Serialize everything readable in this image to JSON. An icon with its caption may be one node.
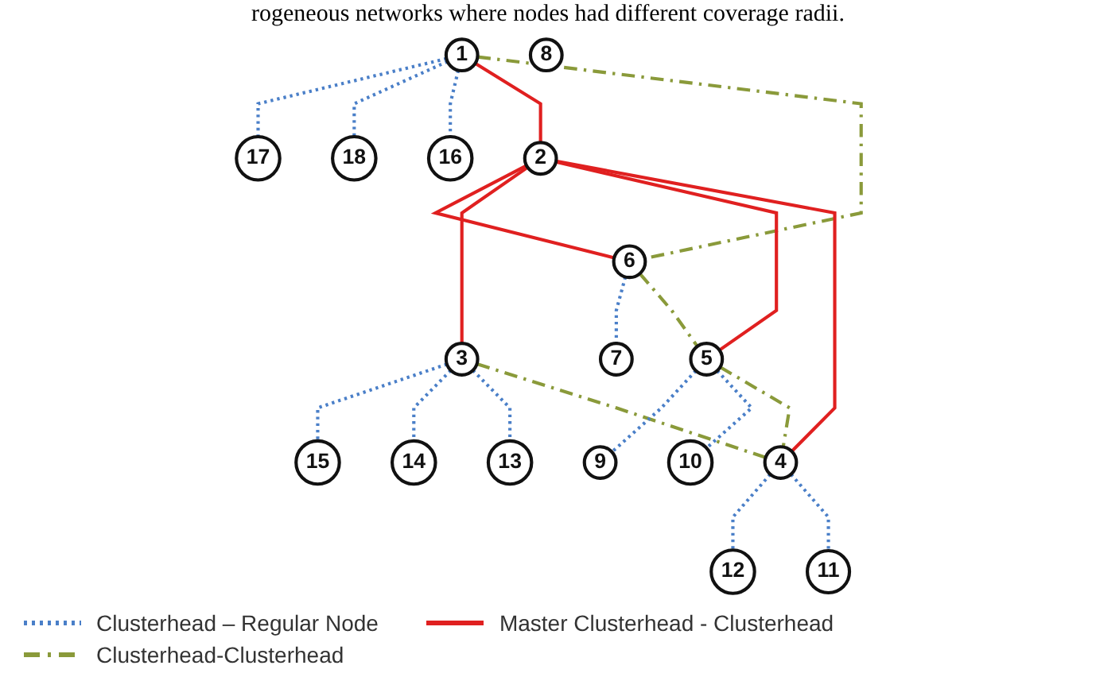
{
  "diagram": {
    "nodes": [
      {
        "text": [
          "1"
        ]
      },
      {
        "text": [
          "2"
        ]
      },
      {
        "text": [
          "3"
        ]
      },
      {
        "text": [
          "4"
        ]
      },
      {
        "text": [
          "5"
        ]
      },
      {
        "text": [
          "6"
        ]
      },
      {
        "text": [
          "7"
        ]
      },
      {
        "text": [
          "8"
        ]
      },
      {
        "text": [
          "9"
        ]
      },
      {
        "text": [
          "10"
        ]
      },
      {
        "text": [
          "11"
        ]
      },
      {
        "text": [
          "12"
        ]
      },
      {
        "text": [
          "13"
        ]
      },
      {
        "text": [
          "14"
        ]
      },
      {
        "text": [
          "15"
        ]
      },
      {
        "text": [
          "16"
        ]
      },
      {
        "text": [
          "17"
        ]
      },
      {
        "text": [
          "18"
        ]
      }
    ],
    "edges": [
      {
        "from": 0,
        "to": 16,
        "arrow": "none",
        "style": "dashed"
      },
      {
        "from": 0,
        "to": 17,
        "arrow": "none",
        "style": "dashed"
      },
      {
        "from": 0,
        "to": 15,
        "arrow": "none",
        "style": "dashed"
      },
      {
        "from": 0,
        "to": 1,
        "arrow": "none",
        "color": "#e02020"
      },
      {
        "from": 0,
        "to": 5,
        "arrow": "none",
        "style": "dashed",
        "color": "#8a9a3a"
      },
      {
        "from": 5,
        "to": 6,
        "arrow": "none",
        "style": "dashed"
      },
      {
        "from": 1,
        "to": 5,
        "arrow": "none",
        "color": "#e02020"
      },
      {
        "from": 1,
        "to": 2,
        "arrow": "none",
        "color": "#e02020"
      },
      {
        "from": 1,
        "to": 4,
        "arrow": "none",
        "color": "#e02020"
      },
      {
        "from": 1,
        "to": 3,
        "arrow": "none",
        "color": "#e02020"
      },
      {
        "from": 5,
        "to": 4,
        "arrow": "none",
        "style": "dashed",
        "color": "#8a9a3a"
      },
      {
        "from": 2,
        "to": 14,
        "arrow": "none",
        "style": "dashed"
      },
      {
        "from": 2,
        "to": 13,
        "arrow": "none",
        "style": "dashed"
      },
      {
        "from": 2,
        "to": 12,
        "arrow": "none",
        "style": "dashed"
      },
      {
        "from": 2,
        "to": 3,
        "arrow": "none",
        "style": "dashed",
        "color": "#8a9a3a"
      },
      {
        "from": 4,
        "to": 8,
        "arrow": "none",
        "style": "dashed"
      },
      {
        "from": 4,
        "to": 9,
        "arrow": "none",
        "style": "dashed"
      },
      {
        "from": 4,
        "to": 3,
        "arrow": "none",
        "style": "dashed",
        "color": "#8a9a3a"
      },
      {
        "from": 3,
        "to": 11,
        "arrow": "none",
        "style": "dashed"
      },
      {
        "from": 3,
        "to": 10,
        "arrow": "none",
        "style": "dashed"
      }
    ],
    "labels": [
      "rogeneous networks where nodes had different coverage radii."
    ],
    "legend": [
      {
        "text": "Clusterhead – Regular Node"
      },
      {
        "text": "Master Clusterhead - Clusterhead"
      },
      {
        "text": "Clusterhead-Clusterhead"
      }
    ]
  }
}
